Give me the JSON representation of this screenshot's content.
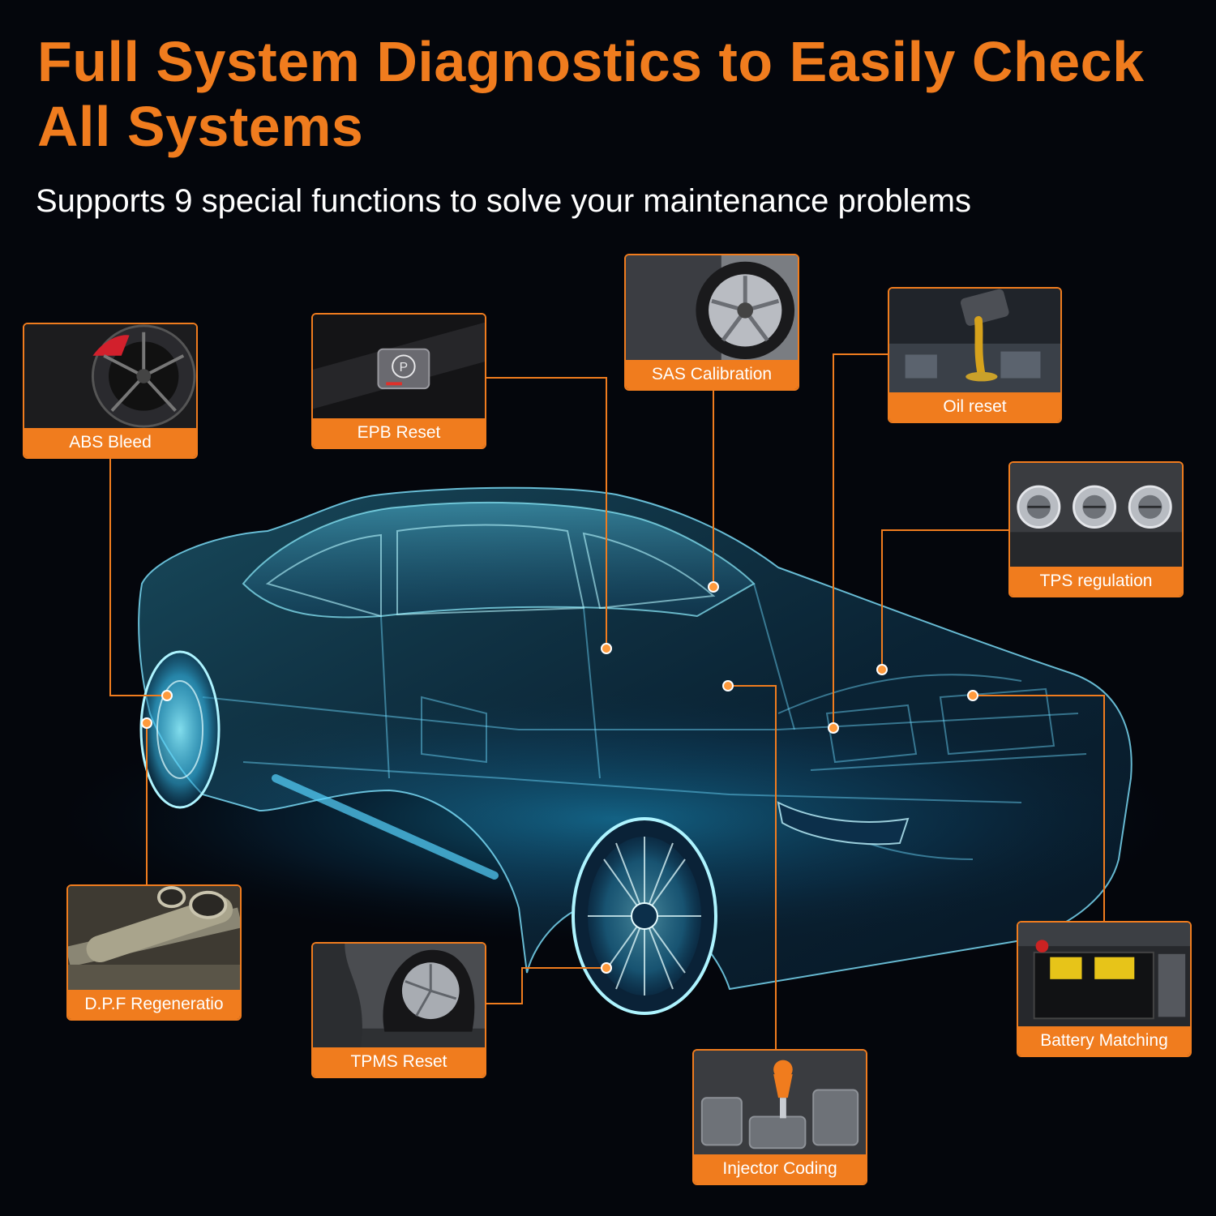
{
  "header": {
    "headline": "Full System Diagnostics to Easily Check All Systems",
    "subtitle": "Supports 9 special functions to solve your maintenance problems"
  },
  "colors": {
    "background": "#04060c",
    "accent": "#f07c1e",
    "car_glow": "#3ec8f0"
  },
  "functions": [
    {
      "key": "abs",
      "label": "ABS Bleed",
      "icon": "brake-caliper-icon"
    },
    {
      "key": "epb",
      "label": "EPB Reset",
      "icon": "parking-brake-button-icon"
    },
    {
      "key": "sas",
      "label": "SAS Calibration",
      "icon": "wheel-icon"
    },
    {
      "key": "oil",
      "label": "Oil reset",
      "icon": "oil-pour-icon"
    },
    {
      "key": "tps",
      "label": "TPS regulation",
      "icon": "throttle-body-icon"
    },
    {
      "key": "dpf",
      "label": "D.P.F Regeneratio",
      "icon": "exhaust-pipe-icon"
    },
    {
      "key": "tpms",
      "label": "TPMS Reset",
      "icon": "flat-tire-icon"
    },
    {
      "key": "battery",
      "label": "Battery Matching",
      "icon": "car-battery-icon"
    },
    {
      "key": "injector",
      "label": "Injector Coding",
      "icon": "injector-engine-icon"
    }
  ]
}
